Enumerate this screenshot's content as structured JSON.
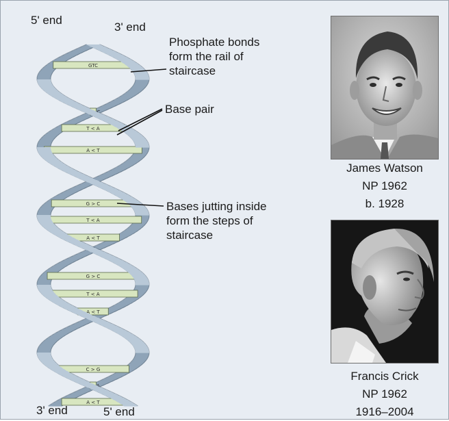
{
  "strand_end_labels": {
    "top_left": "5' end",
    "top_right": "3' end",
    "bottom_left": "3' end",
    "bottom_right": "5' end"
  },
  "annotations": {
    "phosphate": "Phosphate bonds\nform the rail of\nstaircase",
    "base_pair": "Base pair",
    "bases": "Bases jutting inside\nform the steps of\nstaircase"
  },
  "rung_labels": [
    "GTC",
    "G > C",
    "T < A",
    "A < T",
    "G > C",
    "T < A",
    "A < T",
    "G > C",
    "T < A",
    "A < T",
    "C > G",
    "T < A",
    "A < T"
  ],
  "scientists": [
    {
      "name": "James Watson",
      "prize": "NP 1962",
      "life": "b. 1928"
    },
    {
      "name": "Francis Crick",
      "prize": "NP 1962",
      "life": "1916–2004"
    }
  ],
  "colors": {
    "panel_bg": "#e8edf3",
    "ribbon_front": "#b9c9d8",
    "ribbon_back": "#8fa4b8",
    "ribbon_edge": "#4d5f70",
    "rung_fill": "#d8e6c0",
    "rung_edge": "#5a6b4a"
  }
}
